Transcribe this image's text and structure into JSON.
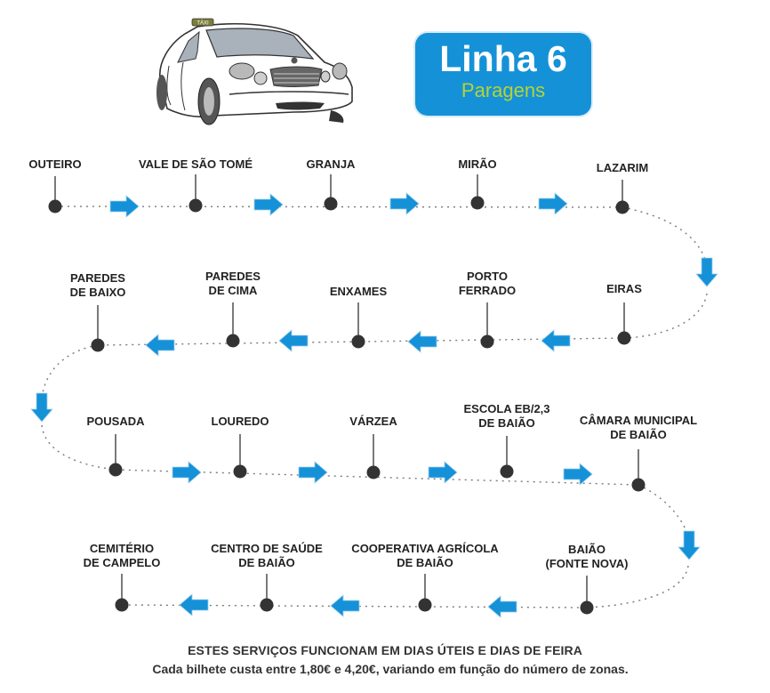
{
  "header": {
    "line_title": "Linha 6",
    "line_subtitle": "Paragens",
    "taxi_sign": "TÁXI"
  },
  "colors": {
    "title_box": "#1591d8",
    "subtitle": "#b5d334",
    "arrow": "#1591d8",
    "stop_dot": "#333333",
    "text": "#222222"
  },
  "route": {
    "stops": [
      {
        "name": "OUTEIRO"
      },
      {
        "name": "VALE DE SÃO TOMÉ"
      },
      {
        "name": "GRANJA"
      },
      {
        "name": "MIRÃO"
      },
      {
        "name": "LAZARIM"
      },
      {
        "name": "EIRAS"
      },
      {
        "name": "PORTO\nFERRADO"
      },
      {
        "name": "ENXAMES"
      },
      {
        "name": "PAREDES\nDE CIMA"
      },
      {
        "name": "PAREDES\nDE BAIXO"
      },
      {
        "name": "POUSADA"
      },
      {
        "name": "LOUREDO"
      },
      {
        "name": "VÁRZEA"
      },
      {
        "name": "ESCOLA EB/2,3\nDE BAIÃO"
      },
      {
        "name": "CÂMARA MUNICIPAL\nDE BAIÃO"
      },
      {
        "name": "BAIÃO\n(FONTE NOVA)"
      },
      {
        "name": "COOPERATIVA AGRÍCOLA\nDE BAIÃO"
      },
      {
        "name": "CENTRO DE SAÚDE\nDE BAIÃO"
      },
      {
        "name": "CEMITÉRIO\nDE CAMPELO"
      }
    ]
  },
  "footer": {
    "line1": "ESTES SERVIÇOS FUNCIONAM EM DIAS ÚTEIS E DIAS DE FEIRA",
    "line2": "Cada bilhete custa entre 1,80€ e 4,20€, variando em função do número de zonas."
  }
}
